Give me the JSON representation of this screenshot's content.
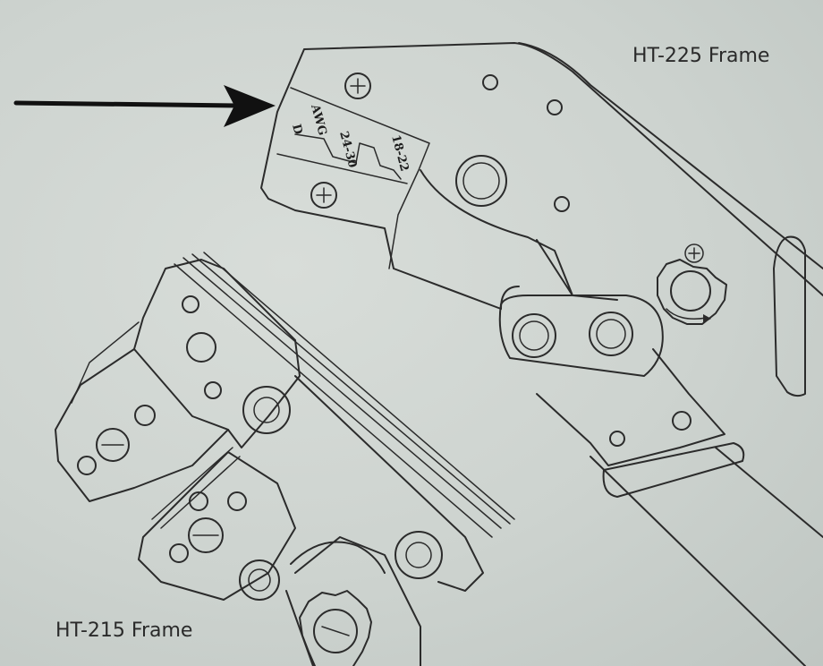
{
  "labels": {
    "frame_top": "HT-225 Frame",
    "frame_bottom": "HT-215 Frame"
  },
  "die_markings": {
    "letter": "D",
    "unit": "AWG",
    "size_a": "24-30",
    "size_b": "18-22"
  },
  "colors": {
    "paper": "#cdd3cf",
    "line": "#2b2b2b",
    "arrow": "#111111"
  }
}
